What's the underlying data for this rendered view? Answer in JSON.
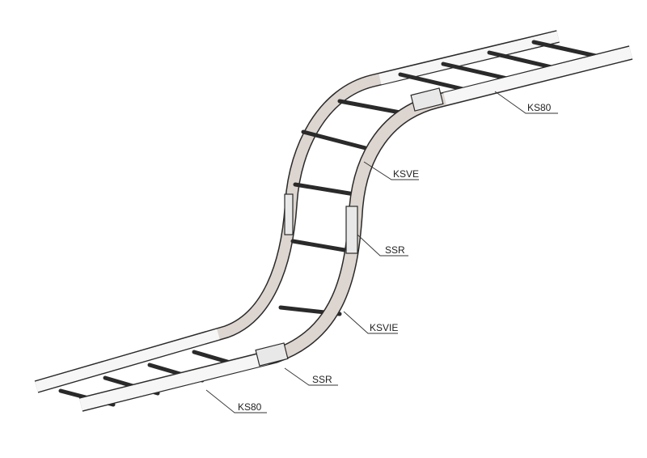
{
  "labels": {
    "ks80_top": "KS80",
    "ksve": "KSVE",
    "ssr_mid": "SSR",
    "ksvie": "KSVIE",
    "ssr_bottom": "SSR",
    "ks80_bottom": "KS80"
  },
  "colors": {
    "rail": "#ddd5cf",
    "outline": "#2a2a2a",
    "straight": "#f6f6f6"
  }
}
